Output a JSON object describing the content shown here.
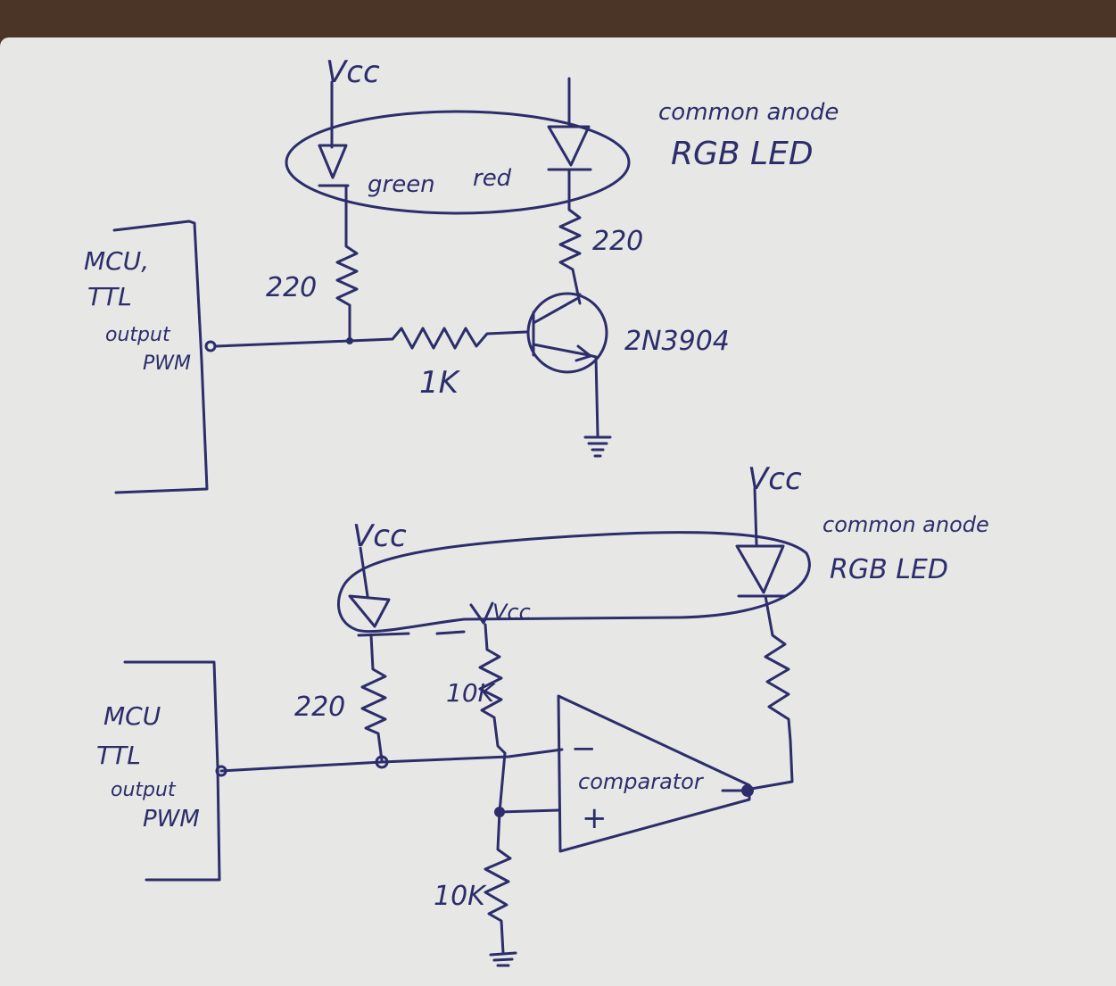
{
  "top_circuit": {
    "vcc_label": "Vcc",
    "led_title_line1": "common anode",
    "led_title_line2": "RGB LED",
    "green_label": "green",
    "red_label": "red",
    "r_green_label": "220",
    "r_red_label": "220",
    "r_base_label": "1K",
    "transistor_label": "2N3904",
    "mcu_line1": "MCU,",
    "mcu_line2": "TTL",
    "mcu_line3": "output",
    "mcu_line4": "PWM"
  },
  "bottom_circuit": {
    "vcc_left_label": "Vcc",
    "vcc_right_label": "Vcc",
    "vcc_mid_label": "Vcc",
    "led_title_line1": "common anode",
    "led_title_line2": "RGB LED",
    "r_led_label": "220",
    "r_top_divider_label": "10K",
    "r_bottom_divider_label": "10K",
    "comparator_label": "comparator",
    "minus_label": "−",
    "plus_label": "+",
    "mcu_line1": "MCU",
    "mcu_line2": "TTL",
    "mcu_line3": "output",
    "mcu_line4": "PWM"
  }
}
